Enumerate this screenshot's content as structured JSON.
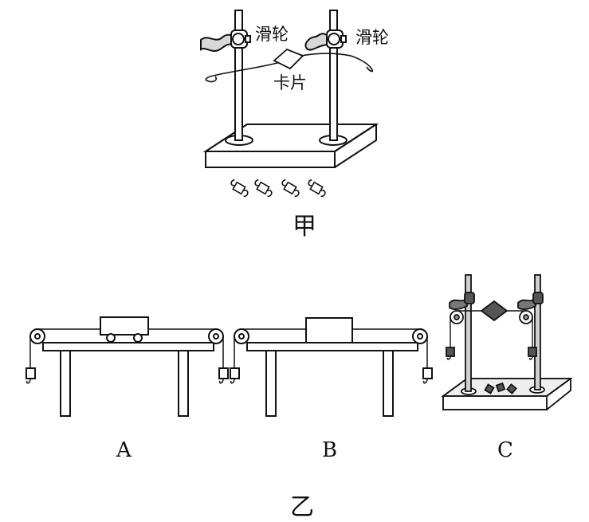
{
  "figure_jia": {
    "caption": "甲",
    "labels": {
      "pulley_left": "滑轮",
      "pulley_right": "滑轮",
      "card": "卡片"
    }
  },
  "figure_yi": {
    "caption": "乙",
    "options": [
      {
        "letter": "A"
      },
      {
        "letter": "B"
      },
      {
        "letter": "C"
      }
    ]
  }
}
